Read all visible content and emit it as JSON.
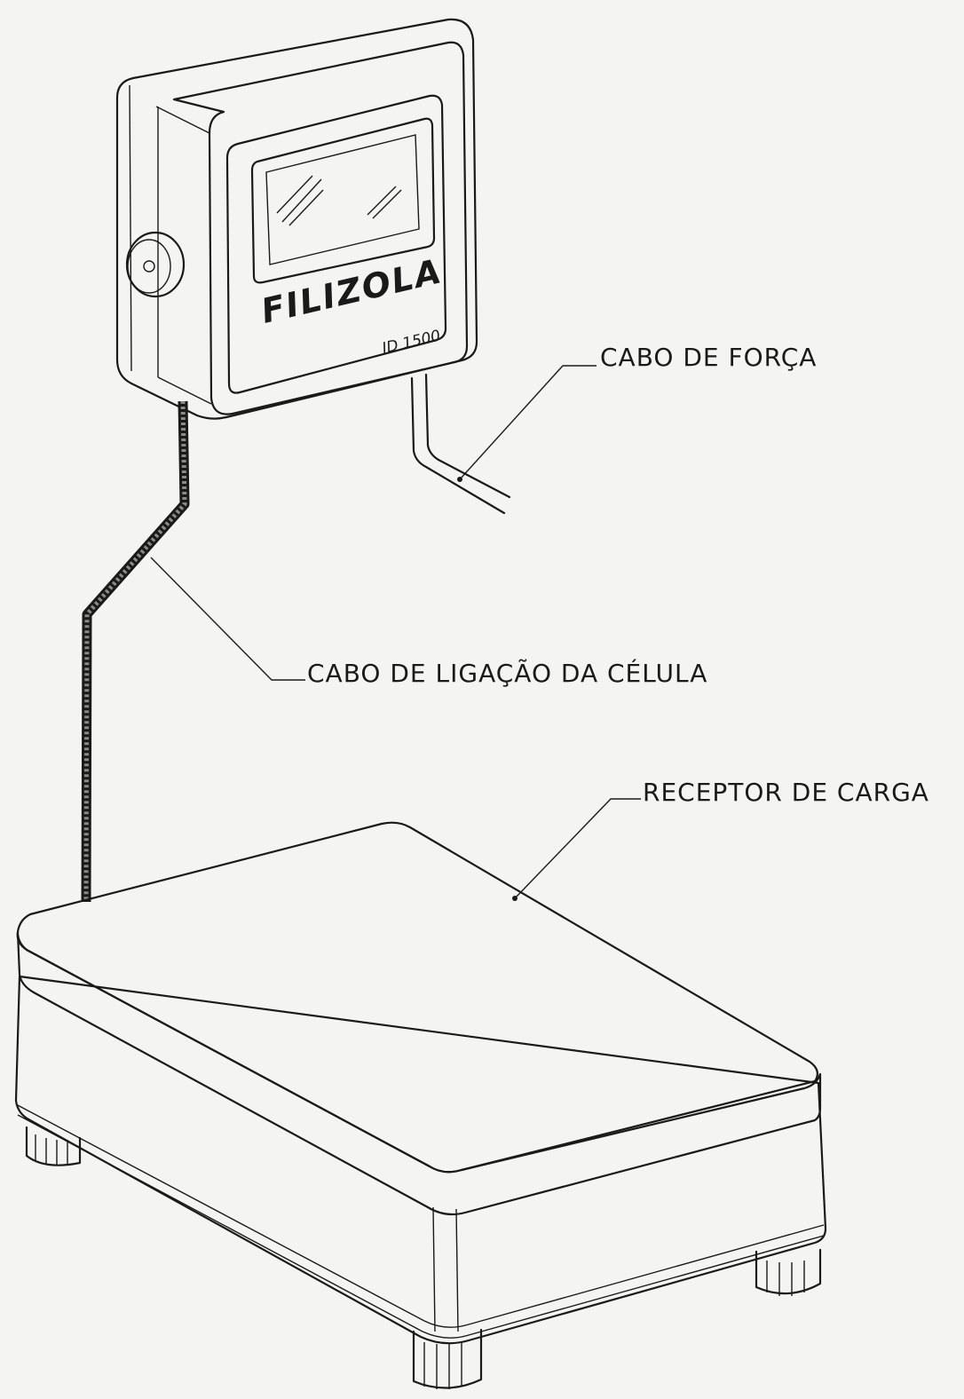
{
  "indicator": {
    "brand": "FILIZOLA",
    "model": "ID 1500"
  },
  "labels": {
    "power_cable": "CABO DE FORÇA",
    "cell_cable": "CABO DE LIGAÇÃO DA CÉLULA",
    "load_receptor": "RECEPTOR DE CARGA"
  }
}
